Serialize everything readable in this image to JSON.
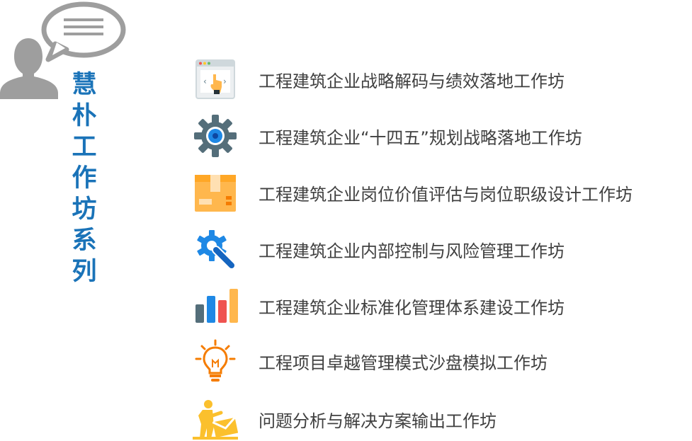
{
  "series_title_chars": [
    "慧",
    "朴",
    "工",
    "作",
    "坊",
    "系",
    "列"
  ],
  "items": [
    {
      "icon": "web-cursor-icon",
      "label": "工程建筑企业战略解码与绩效落地工作坊"
    },
    {
      "icon": "gear-icon",
      "label": "工程建筑企业“十四五”规划战略落地工作坊"
    },
    {
      "icon": "box-icon",
      "label": "工程建筑企业岗位价值评估与岗位职级设计工作坊"
    },
    {
      "icon": "wrench-gear-icon",
      "label": "工程建筑企业内部控制与风险管理工作坊"
    },
    {
      "icon": "bar-chart-icon",
      "label": "工程建筑企业标准化管理体系建设工作坊"
    },
    {
      "icon": "lightbulb-icon",
      "label": "工程项目卓越管理模式沙盘模拟工作坊"
    },
    {
      "icon": "worker-envelope-icon",
      "label": "问题分析与解决方案输出工作坊"
    }
  ],
  "colors": {
    "title_blue": "#1a73b8",
    "label_gray": "#404040",
    "figure_gray": "#9e9e9e"
  }
}
